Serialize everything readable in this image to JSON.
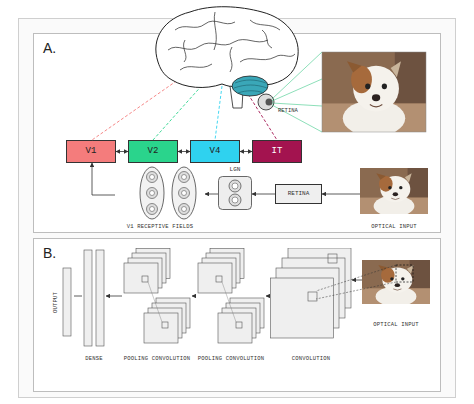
{
  "diagram": {
    "nodes": [
      {
        "text": [
          "A."
        ]
      },
      {
        "text": [
          "V1"
        ],
        "in": 0
      },
      {
        "text": [
          "V2"
        ],
        "in": 0
      },
      {
        "text": [
          "V4"
        ],
        "in": 0
      },
      {
        "text": [
          "IT"
        ],
        "in": 0
      },
      {
        "text": [
          "V1 RECEPTIVE FIELDS"
        ],
        "in": 0
      },
      {
        "text": [
          "LGN"
        ],
        "in": 0
      },
      {
        "text": [
          "RETINA"
        ],
        "in": 0
      },
      {
        "text": [
          "OPTICAL INPUT"
        ],
        "in": 0
      },
      {
        "text": [
          "B."
        ]
      },
      {
        "text": [
          "OUTPUT"
        ],
        "in": 9
      },
      {
        "text": [
          "DENSE"
        ],
        "in": 9
      },
      {
        "text": [
          "POOLING CONVOLUTION"
        ],
        "in": 9
      },
      {
        "text": [
          "POOLING CONVOLUTION"
        ],
        "in": 9
      },
      {
        "text": [
          "CONVOLUTION"
        ],
        "in": 9
      },
      {
        "text": [
          "OPTICAL INPUT"
        ],
        "in": 9
      }
    ],
    "edges": [
      {
        "from": 1,
        "to": 2,
        "arrow": "both"
      },
      {
        "from": 2,
        "to": 3,
        "arrow": "both"
      },
      {
        "from": 3,
        "to": 4,
        "arrow": "both"
      },
      {
        "from": 8,
        "to": 7,
        "arrow": "to"
      },
      {
        "from": 7,
        "to": 6,
        "arrow": "to"
      },
      {
        "from": 6,
        "to": 5,
        "arrow": "to"
      },
      {
        "from": 5,
        "to": 1,
        "arrow": "to"
      },
      {
        "from": 15,
        "to": 14,
        "arrow": "to"
      },
      {
        "from": 14,
        "to": 13,
        "arrow": "to"
      },
      {
        "from": 13,
        "to": 12,
        "arrow": "to"
      },
      {
        "from": 12,
        "to": 11,
        "arrow": "to"
      },
      {
        "from": 11,
        "to": 10,
        "arrow": "none"
      }
    ],
    "labels": [
      "RETINA"
    ]
  }
}
